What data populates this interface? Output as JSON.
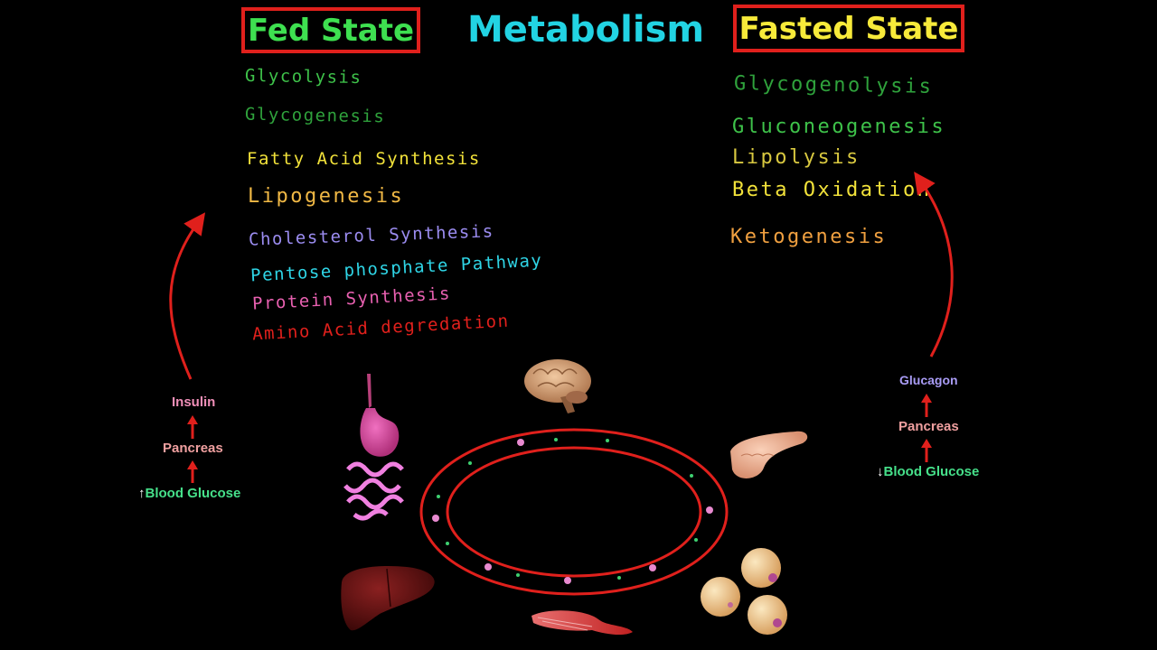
{
  "title": "Metabolism",
  "fed": {
    "title": "Fed State",
    "pathways": [
      "Glycolysis",
      "Glycogenesis",
      "Fatty Acid Synthesis",
      "Lipogenesis",
      "Cholesterol Synthesis",
      "Pentose phosphate Pathway",
      "Protein Synthesis",
      "Amino Acid degredation"
    ],
    "cascade": {
      "hormone": "Insulin",
      "organ": "Pancreas",
      "trigger_arrow": "↑",
      "trigger": "Blood Glucose"
    }
  },
  "fasted": {
    "title": "Fasted State",
    "pathways": [
      "Glycogenolysis",
      "Gluconeogenesis",
      "Lipolysis",
      "Beta Oxidation",
      "Ketogenesis"
    ],
    "cascade": {
      "hormone": "Glucagon",
      "organ": "Pancreas",
      "trigger_arrow": "↓",
      "trigger": "Blood Glucose"
    }
  },
  "colors": {
    "red": "#e0201c",
    "green": "#3ec24a",
    "yellow": "#f2e23a",
    "orange": "#f0a040",
    "lavender": "#9b8cf0",
    "cyan": "#2fd5e6",
    "pink": "#e860b0",
    "light_green": "#46e08a"
  },
  "icons": [
    "brain-icon",
    "stomach-intestine-icon",
    "pancreas-icon",
    "liver-icon",
    "muscle-icon",
    "fat-cells-icon",
    "blood-vessel-ring"
  ]
}
